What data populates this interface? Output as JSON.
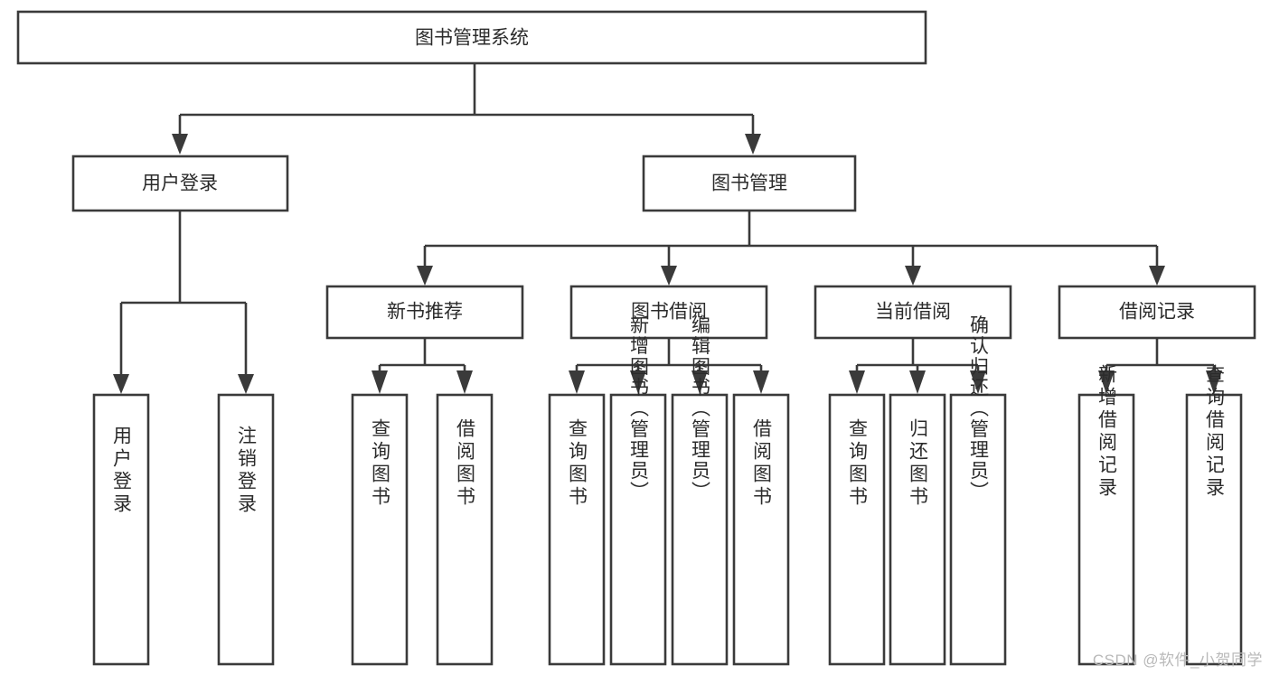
{
  "diagram": {
    "type": "tree-hierarchy-flowchart",
    "title": "图书管理系统",
    "orientation": "top-down",
    "background_color": "#ffffff",
    "line_color": "#3a3a3a",
    "box_fill": "#ffffff",
    "text_color": "#2b2b2b",
    "root": {
      "label": "图书管理系统",
      "level": 0
    },
    "level1": [
      {
        "label": "用户登录",
        "level": 1
      },
      {
        "label": "图书管理",
        "level": 1
      }
    ],
    "level2": [
      {
        "label": "新书推荐",
        "level": 2,
        "parent": "图书管理"
      },
      {
        "label": "图书借阅",
        "level": 2,
        "parent": "图书管理"
      },
      {
        "label": "当前借阅",
        "level": 2,
        "parent": "图书管理"
      },
      {
        "label": "借阅记录",
        "level": 2,
        "parent": "图书管理"
      }
    ],
    "leaves": {
      "用户登录": [
        "用户登录",
        "注销登录"
      ],
      "新书推荐": [
        "查询图书",
        "借阅图书"
      ],
      "图书借阅": [
        "查询图书",
        "新增图书（管理员）",
        "编辑图书（管理员）",
        "借阅图书"
      ],
      "当前借阅": [
        "查询图书",
        "归还图书",
        "确认归还（管理员）"
      ],
      "借阅记录": [
        "新增借阅记录",
        "查询借阅记录"
      ]
    },
    "leaf_nodes": [
      {
        "id": "leaf-0",
        "label": "用户登录",
        "group": "用户登录"
      },
      {
        "id": "leaf-1",
        "label": "注销登录",
        "group": "用户登录"
      },
      {
        "id": "leaf-2",
        "label": "查询图书",
        "group": "新书推荐"
      },
      {
        "id": "leaf-3",
        "label": "借阅图书",
        "group": "新书推荐"
      },
      {
        "id": "leaf-4",
        "label": "查询图书",
        "group": "图书借阅"
      },
      {
        "id": "leaf-5",
        "label": "新增图书（管理员）",
        "group": "图书借阅"
      },
      {
        "id": "leaf-6",
        "label": "编辑图书（管理员）",
        "group": "图书借阅"
      },
      {
        "id": "leaf-7",
        "label": "借阅图书",
        "group": "图书借阅"
      },
      {
        "id": "leaf-8",
        "label": "查询图书",
        "group": "当前借阅"
      },
      {
        "id": "leaf-9",
        "label": "归还图书",
        "group": "当前借阅"
      },
      {
        "id": "leaf-10",
        "label": "确认归还（管理员）",
        "group": "当前借阅"
      },
      {
        "id": "leaf-11",
        "label": "新增借阅记录",
        "group": "借阅记录"
      },
      {
        "id": "leaf-12",
        "label": "查询借阅记录",
        "group": "借阅记录"
      }
    ]
  },
  "watermark": {
    "text": "CSDN @软件_小贺同学"
  }
}
